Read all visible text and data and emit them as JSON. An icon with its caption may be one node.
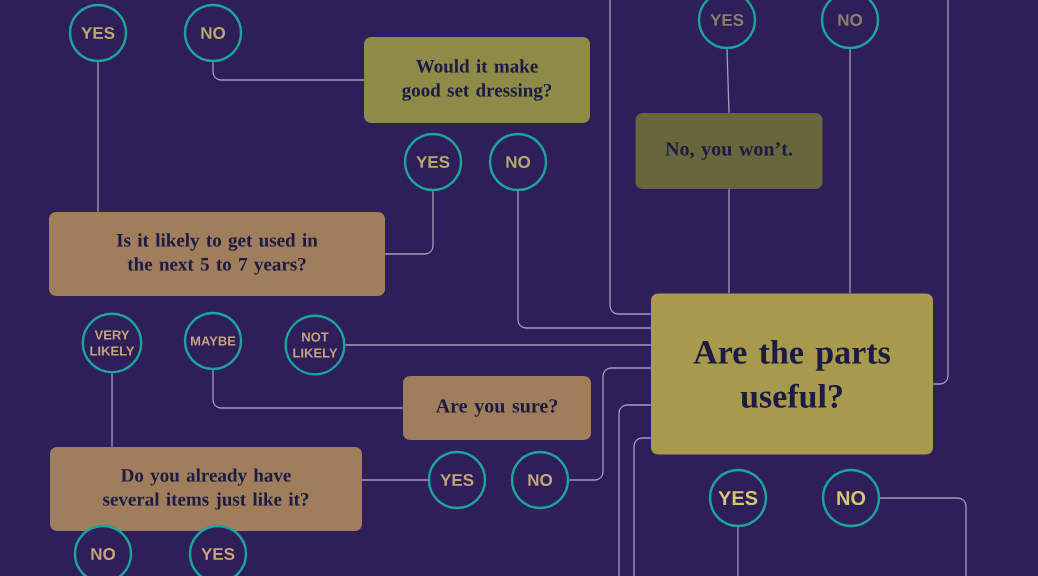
{
  "diagram": {
    "nodes": [
      {
        "text": [
          "YES"
        ]
      },
      {
        "text": [
          "NO"
        ]
      },
      {
        "text": [
          "Would it make good set dressing?"
        ]
      },
      {
        "text": [
          "YES"
        ]
      },
      {
        "text": [
          "NO"
        ]
      },
      {
        "text": [
          "Is it likely to get used in the next 5 to 7 years?"
        ]
      },
      {
        "text": [
          "VERY LIKELY"
        ]
      },
      {
        "text": [
          "MAYBE"
        ]
      },
      {
        "text": [
          "NOT LIKELY"
        ]
      },
      {
        "text": [
          "Are you sure?"
        ]
      },
      {
        "text": [
          "YES"
        ]
      },
      {
        "text": [
          "NO"
        ]
      },
      {
        "text": [
          "Do you already have several items just like it?"
        ]
      },
      {
        "text": [
          "NO"
        ]
      },
      {
        "text": [
          "YES"
        ]
      },
      {
        "text": [
          "YES"
        ]
      },
      {
        "text": [
          "NO"
        ]
      },
      {
        "text": [
          "No, you won’t."
        ]
      },
      {
        "text": [
          "Are the parts useful?"
        ]
      },
      {
        "text": [
          "YES"
        ]
      },
      {
        "text": [
          "NO"
        ]
      }
    ],
    "edges": [
      {
        "from": 1,
        "to": 2,
        "arrow": "none"
      },
      {
        "from": 0,
        "to": 5,
        "arrow": "none"
      },
      {
        "from": 3,
        "to": 5,
        "arrow": "none"
      },
      {
        "from": 4,
        "to": 18,
        "arrow": "none"
      },
      {
        "from": 15,
        "to": 17,
        "arrow": "none"
      },
      {
        "from": 17,
        "to": 18,
        "arrow": "none"
      },
      {
        "from": 16,
        "to": 18,
        "arrow": "none"
      },
      {
        "from": 8,
        "to": 18,
        "arrow": "none"
      },
      {
        "from": 7,
        "to": 9,
        "arrow": "none"
      },
      {
        "from": 6,
        "to": 12,
        "arrow": "none"
      },
      {
        "from": 12,
        "to": 10,
        "arrow": "none"
      },
      {
        "from": 11,
        "to": 18,
        "arrow": "none"
      },
      {
        "from": null,
        "to": 18,
        "arrow": "none"
      },
      {
        "from": 18,
        "to": null,
        "arrow": "none"
      },
      {
        "from": null,
        "to": 18,
        "arrow": "none"
      },
      {
        "from": null,
        "to": 18,
        "arrow": "none"
      },
      {
        "from": 19,
        "to": null,
        "arrow": "none"
      },
      {
        "from": 20,
        "to": null,
        "arrow": "none"
      }
    ]
  }
}
